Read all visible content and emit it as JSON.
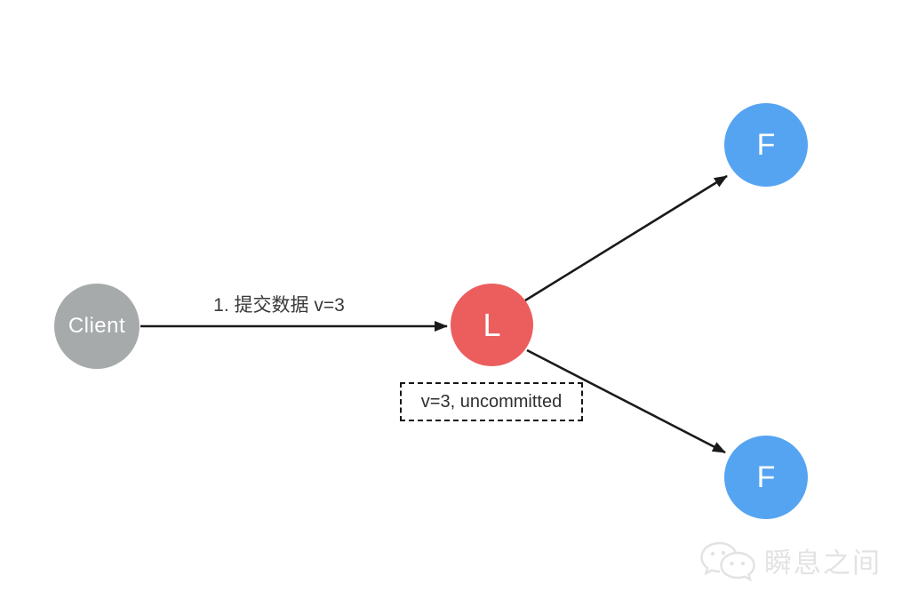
{
  "nodes": {
    "client": {
      "label": "Client",
      "color": "#a6aaaa"
    },
    "leader": {
      "label": "L",
      "color": "#eb5e5d"
    },
    "follower_top": {
      "label": "F",
      "color": "#55a4f1"
    },
    "follower_bottom": {
      "label": "F",
      "color": "#55a4f1"
    }
  },
  "edges": {
    "client_to_leader": {
      "label": "1. 提交数据 v=3"
    }
  },
  "note": {
    "text": "v=3, uncommitted"
  },
  "watermark": {
    "icon": "wechat-icon",
    "text": "瞬息之间"
  },
  "colors": {
    "background": "#ffffff",
    "arrow": "#1a1a1a",
    "edge_label_text": "#3a3a3a",
    "note_border": "#161616",
    "note_text": "#2e2e2e",
    "node_text": "#ffffff",
    "watermark": "#e3e3e3"
  }
}
